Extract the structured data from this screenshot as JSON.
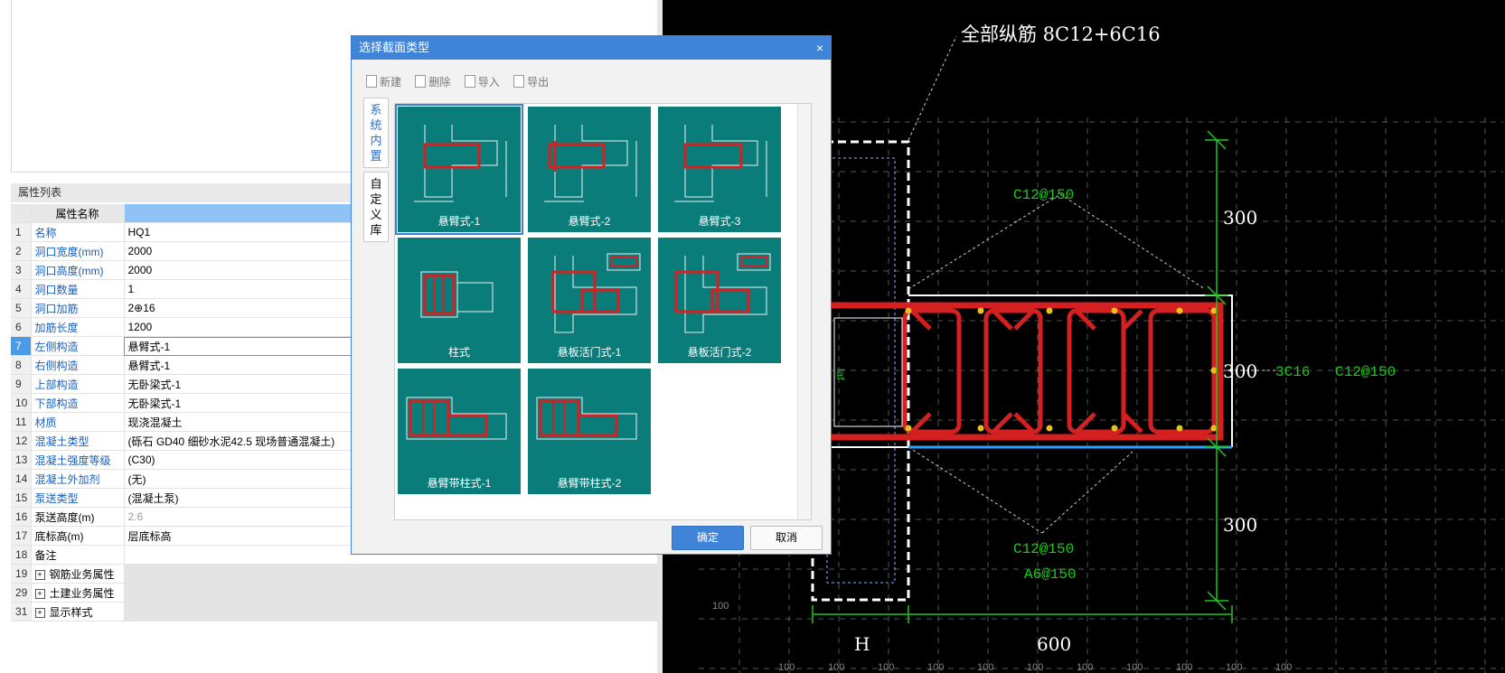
{
  "properties": {
    "title": "属性列表",
    "col_name": "属性名称",
    "rows": [
      {
        "num": "1",
        "name": "名称",
        "value": "HQ1"
      },
      {
        "num": "2",
        "name": "洞口宽度(mm)",
        "value": "2000"
      },
      {
        "num": "3",
        "name": "洞口高度(mm)",
        "value": "2000"
      },
      {
        "num": "4",
        "name": "洞口数量",
        "value": "1"
      },
      {
        "num": "5",
        "name": "洞口加筋",
        "value": "2⊕16"
      },
      {
        "num": "6",
        "name": "加筋长度",
        "value": "1200"
      },
      {
        "num": "7",
        "name": "左侧构造",
        "value": "悬臂式-1"
      },
      {
        "num": "8",
        "name": "右侧构造",
        "value": "悬臂式-1"
      },
      {
        "num": "9",
        "name": "上部构造",
        "value": "无卧梁式-1"
      },
      {
        "num": "10",
        "name": "下部构造",
        "value": "无卧梁式-1"
      },
      {
        "num": "11",
        "name": "材质",
        "value": "现浇混凝土"
      },
      {
        "num": "12",
        "name": "混凝土类型",
        "value": "(砾石 GD40 细砂水泥42.5  现场普通混凝土)"
      },
      {
        "num": "13",
        "name": "混凝土强度等级",
        "value": "(C30)"
      },
      {
        "num": "14",
        "name": "混凝土外加剂",
        "value": "(无)"
      },
      {
        "num": "15",
        "name": "泵送类型",
        "value": "(混凝土泵)"
      },
      {
        "num": "16",
        "name": "泵送高度(m)",
        "value": "2.6"
      },
      {
        "num": "17",
        "name": "底标高(m)",
        "value": "层底标高"
      },
      {
        "num": "18",
        "name": "备注",
        "value": ""
      },
      {
        "num": "19",
        "name": "钢筋业务属性",
        "value": ""
      },
      {
        "num": "29",
        "name": "土建业务属性",
        "value": ""
      },
      {
        "num": "31",
        "name": "显示样式",
        "value": ""
      }
    ]
  },
  "dialog": {
    "title": "选择截面类型",
    "close": "×",
    "toolbar": {
      "new": "新建",
      "delete": "删除",
      "import": "导入",
      "export": "导出"
    },
    "tabs": {
      "system": "系统内置",
      "custom": "自定义库"
    },
    "tiles": [
      {
        "label": "悬臂式-1"
      },
      {
        "label": "悬臂式-2"
      },
      {
        "label": "悬臂式-3"
      },
      {
        "label": "柱式"
      },
      {
        "label": "悬板活门式-1"
      },
      {
        "label": "悬板活门式-2"
      },
      {
        "label": "悬臂带柱式-1"
      },
      {
        "label": "悬臂带柱式-2"
      }
    ],
    "ok": "确定",
    "cancel": "取消"
  },
  "cad": {
    "title": "全部纵筋 8C12+6C16",
    "c12_top": "C12@150",
    "c12_bottom": "C12@150",
    "a6": "A6@150",
    "c16": "3C16",
    "c12_right": "C12@150",
    "laf1": "laf",
    "laf2": "laf",
    "dim_300_1": "300",
    "dim_300_2": "300",
    "dim_300_3": "300",
    "dim_h": "H",
    "dim_600": "600",
    "grid_100": "100",
    "grid_bottom": [
      "100",
      "100",
      "100",
      "100",
      "100",
      "100",
      "100",
      "100",
      "100",
      "100",
      "100"
    ]
  },
  "colors": {
    "accent": "#3f84d8",
    "tile": "#0a7d7a",
    "rebar": "#d42020",
    "cad_green": "#1ec81e"
  }
}
